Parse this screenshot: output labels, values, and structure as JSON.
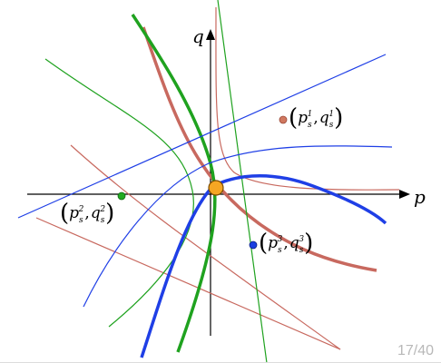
{
  "axes": {
    "x_label": "p",
    "y_label": "q"
  },
  "points": [
    {
      "id": "1",
      "color": "#d07860",
      "p": "p",
      "q": "q",
      "sub": "s",
      "sup": "1"
    },
    {
      "id": "2",
      "color": "#22aa22",
      "p": "p",
      "q": "q",
      "sub": "s",
      "sup": "2"
    },
    {
      "id": "3",
      "color": "#1a3fe0",
      "p": "p",
      "q": "q",
      "sub": "s",
      "sup": "3"
    }
  ],
  "center_point_color": "#f5a623",
  "colors": {
    "green": "#1fa21f",
    "blue": "#1f3fe6",
    "red": "#c8695f"
  },
  "footer": {
    "page": "17/40"
  }
}
